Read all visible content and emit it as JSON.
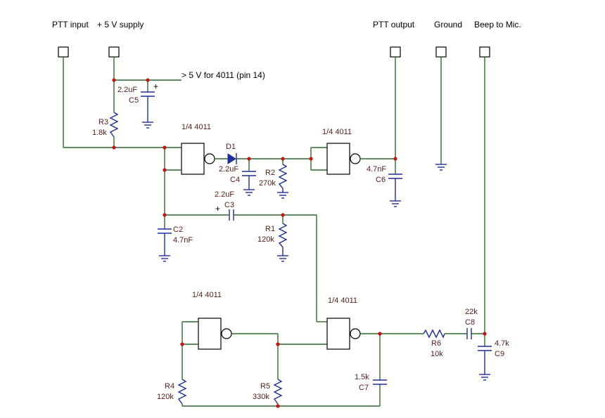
{
  "terminals": {
    "ptt_input": "PTT input",
    "supply": "+ 5 V supply",
    "ptt_output": "PTT output",
    "ground": "Ground",
    "beep": "Beep to Mic."
  },
  "supply_note": "> 5 V for 4011 (pin 14)",
  "gates": {
    "label": "1/4 4011"
  },
  "components": {
    "C5": {
      "ref": "C5",
      "value": "2.2uF",
      "polarity": "+"
    },
    "R3": {
      "ref": "R3",
      "value": "1.8k"
    },
    "D1": {
      "ref": "D1"
    },
    "C4": {
      "ref": "C4",
      "value": "2.2uF"
    },
    "R2": {
      "ref": "R2",
      "value": "270k"
    },
    "C6": {
      "ref": "C6",
      "value": "4.7nF"
    },
    "C3": {
      "ref": "C3",
      "value": "2.2uF",
      "polarity": "+"
    },
    "C2": {
      "ref": "C2",
      "value": "4.7nF"
    },
    "R1": {
      "ref": "R1",
      "value": "120k"
    },
    "R4": {
      "ref": "R4",
      "value": "120k"
    },
    "R5": {
      "ref": "R5",
      "value": "330k"
    },
    "C7": {
      "ref": "C7",
      "value": "1.5k"
    },
    "R6": {
      "ref": "R6",
      "value": "10k"
    },
    "C8": {
      "ref": "C8",
      "value": "22k"
    },
    "C9": {
      "ref": "C9",
      "value": "4.7k"
    }
  }
}
